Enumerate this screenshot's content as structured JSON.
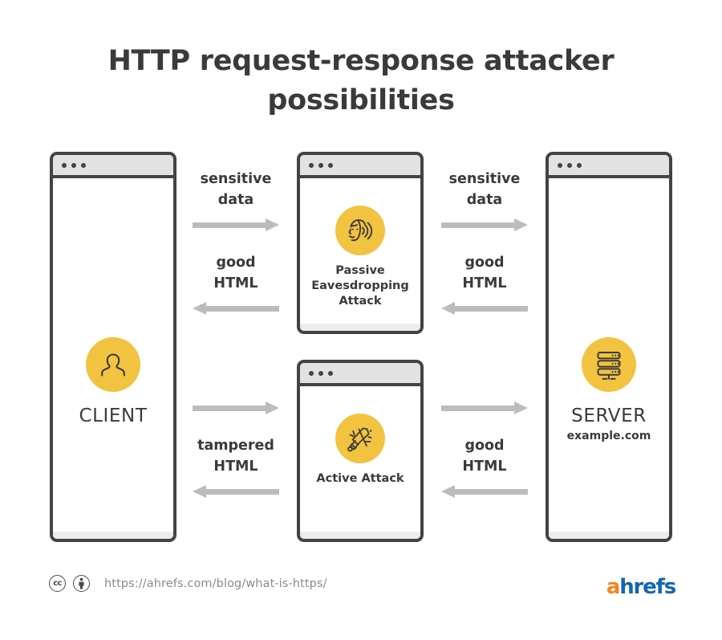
{
  "title": "HTTP request-response attacker\npossibilities",
  "endpoints": {
    "client": {
      "label": "CLIENT",
      "icon": "person-icon"
    },
    "server": {
      "label": "SERVER",
      "sublabel": "example.com",
      "icon": "server-rack-icon"
    }
  },
  "attackers": [
    {
      "id": "passive",
      "label": "Passive\nEavesdropping\nAttack",
      "icon": "ear-listening-icon"
    },
    {
      "id": "active",
      "label": "Active Attack",
      "icon": "sword-icon"
    }
  ],
  "flows": {
    "client_to_passive": {
      "request_label": "sensitive\ndata",
      "response_label": "good\nHTML"
    },
    "passive_to_server": {
      "request_label": "sensitive\ndata",
      "response_label": "good\nHTML"
    },
    "client_to_active": {
      "request_label": "",
      "response_label": "tampered\nHTML"
    },
    "active_to_server": {
      "request_label": "",
      "response_label": "good\nHTML"
    }
  },
  "window_chrome": {
    "dots": 3
  },
  "footer": {
    "license_icons": [
      "creative-commons-icon",
      "attribution-icon"
    ],
    "cc_text": "cc",
    "url": "https://ahrefs.com/blog/what-is-https/",
    "brand_first": "a",
    "brand_rest": "hrefs"
  },
  "colors": {
    "accent_yellow": "#f2c340",
    "panel_border": "#434343",
    "panel_bar": "#e2e2e2",
    "arrow": "#bcbcbc",
    "text": "#3a3a3a",
    "url_text": "#8a8a8a",
    "brand_orange": "#f58220",
    "brand_blue": "#1367b0"
  }
}
